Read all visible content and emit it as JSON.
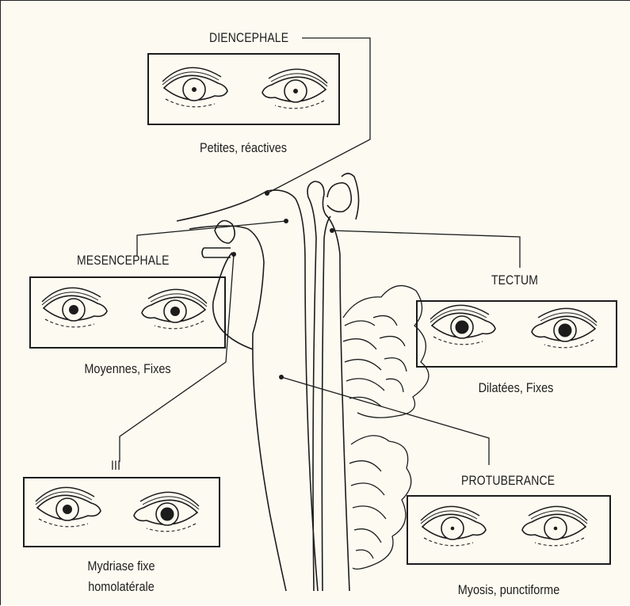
{
  "panels": {
    "diencephale": {
      "title": "DIENCEPHALE",
      "caption": "Petites, réactives"
    },
    "mesencephale": {
      "title": "MESENCEPHALE",
      "caption": "Moyennes, Fixes"
    },
    "tectum": {
      "title": "TECTUM",
      "caption": "Dilatées, Fixes"
    },
    "nerf_iii": {
      "title": "III",
      "caption_line1": "Mydriase fixe",
      "caption_line2": "homolatérale"
    },
    "protuberance": {
      "title": "PROTUBERANCE",
      "caption": "Myosis, punctiforme"
    }
  },
  "pupils": {
    "diencephale": [
      "small",
      "small"
    ],
    "mesencephale": [
      "medium",
      "medium"
    ],
    "tectum": [
      "large",
      "large"
    ],
    "nerf_iii": [
      "medium",
      "large"
    ],
    "protuberance": [
      "pinpoint",
      "pinpoint"
    ]
  },
  "colors": {
    "ink": "#1c1c1c",
    "paper": "#fdfbf1"
  }
}
